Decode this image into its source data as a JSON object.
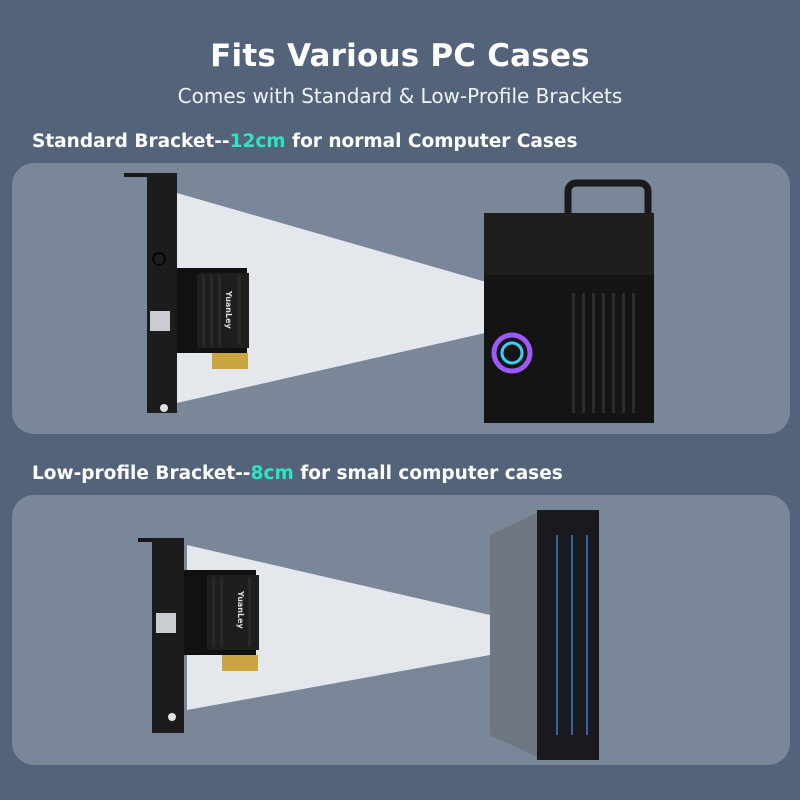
{
  "header": {
    "title": "Fits Various PC Cases",
    "subtitle": "Comes with Standard & Low-Profile Brackets"
  },
  "sections": [
    {
      "heading_prefix": "Standard Bracket--",
      "heading_highlight": "12cm",
      "heading_suffix": " for normal Computer Cases",
      "card_brand": "YuanLey",
      "case_type": "tower-pc-case"
    },
    {
      "heading_prefix": "Low-profile Bracket--",
      "heading_highlight": "8cm",
      "heading_suffix": " for small computer cases",
      "card_brand": "YuanLey",
      "case_type": "mini-pc-case"
    }
  ],
  "colors": {
    "background": "#53647a",
    "panel": "#7a8799",
    "accent": "#2fe3c6"
  }
}
